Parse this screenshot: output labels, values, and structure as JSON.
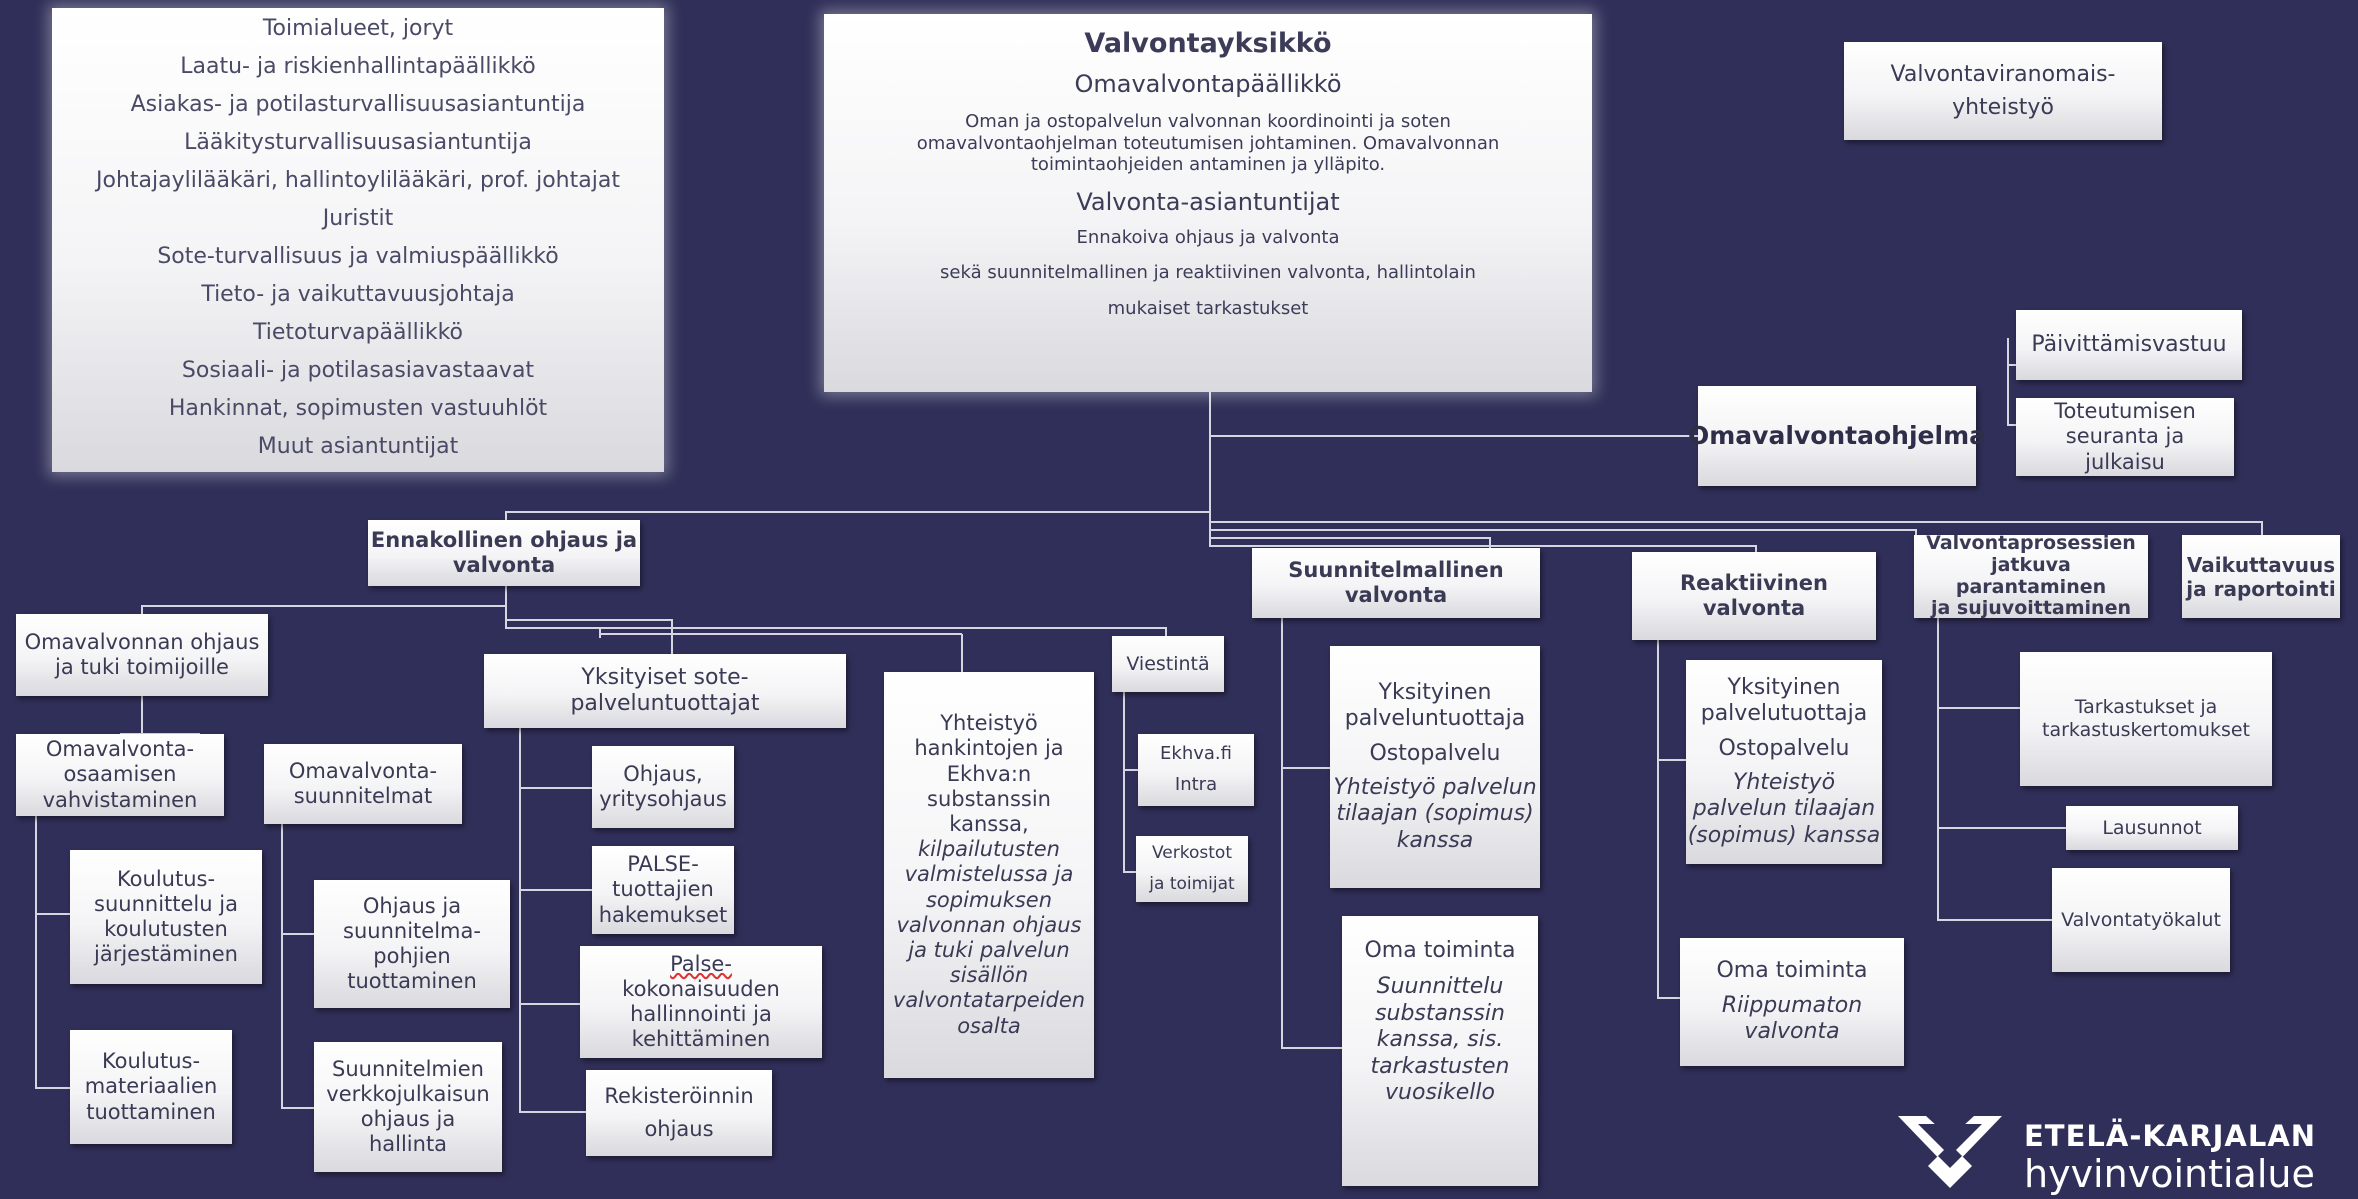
{
  "left_panel": {
    "items": [
      "Toimialueet, joryt",
      "Laatu- ja riskienhallintapäällikkö",
      "Asiakas- ja potilasturvallisuusasiantuntija",
      "Lääkitysturvallisuusasiantuntija",
      "Johtajaylilääkäri, hallintoylilääkäri, prof. johtajat",
      "Juristit",
      "Sote-turvallisuus ja valmiuspäällikkö",
      "Tieto- ja vaikuttavuusjohtaja",
      "Tietoturvapäällikkö",
      "Sosiaali- ja potilasasiavastaavat",
      "Hankinnat, sopimusten vastuuhlöt",
      "Muut asiantuntijat"
    ]
  },
  "unit": {
    "title": "Valvontayksikkö",
    "subtitle": "Omavalvontapäällikkö",
    "desc1": "Oman ja ostopalvelun valvonnan koordinointi ja soten",
    "desc2": "omavalvontaohjelman toteutumisen johtaminen. Omavalvonnan",
    "desc3": "toimintaohjeiden antaminen ja ylläpito.",
    "experts": "Valvonta-asiantuntijat",
    "line1": "Ennakoiva ohjaus ja valvonta",
    "line2": "sekä suunnitelmallinen ja reaktiivinen valvonta, hallintolain",
    "line3": "mukaiset tarkastukset"
  },
  "authority": {
    "line1": "Valvontaviranomais-",
    "line2": "yhteistyö"
  },
  "program": {
    "title": "Omavalvontaohjelma",
    "update": "Päivittämisvastuu",
    "follow1": "Toteutumisen",
    "follow2": "seuranta ja",
    "follow3": "julkaisu"
  },
  "branches": {
    "proactive": {
      "l1": "Ennakollinen ohjaus ja",
      "l2": "valvonta"
    },
    "planned": {
      "l1": "Suunnitelmallinen",
      "l2": "valvonta"
    },
    "reactive": {
      "l1": "Reaktiivinen",
      "l2": "valvonta"
    },
    "improve": {
      "l1": "Valvontaprosessien",
      "l2": "jatkuva parantaminen",
      "l3": "ja sujuvoittaminen"
    },
    "impact": {
      "l1": "Vaikuttavuus",
      "l2": "ja raportointi"
    }
  },
  "proactive_sub": {
    "guidance": {
      "l1": "Omavalvonnan ohjaus",
      "l2": "ja tuki toimijoille"
    },
    "competence": {
      "l1": "Omavalvonta-",
      "l2": "osaamisen",
      "l3": "vahvistaminen"
    },
    "training_plan": {
      "l1": "Koulutus-",
      "l2": "suunnittelu ja",
      "l3": "koulutusten",
      "l4": "järjestäminen"
    },
    "training_material": {
      "l1": "Koulutus-",
      "l2": "materiaalien",
      "l3": "tuottaminen"
    },
    "plans": {
      "l1": "Omavalvonta-",
      "l2": "suunnitelmat"
    },
    "templates": {
      "l1": "Ohjaus ja",
      "l2": "suunnitelma-",
      "l3": "pohjien",
      "l4": "tuottaminen"
    },
    "publishing": {
      "l1": "Suunnitelmien",
      "l2": "verkkojulkaisun",
      "l3": "ohjaus ja",
      "l4": "hallinta"
    },
    "private": {
      "l1": "Yksityiset sote-",
      "l2": "palveluntuottajat"
    },
    "company": {
      "l1": "Ohjaus,",
      "l2": "yritysohjaus"
    },
    "palse_apps": {
      "l1": "PALSE-",
      "l2": "tuottajien",
      "l3": "hakemukset"
    },
    "palse_whole": {
      "l1": "Palse-",
      "l2": "kokonaisuuden",
      "l3": "hallinnointi ja",
      "l4": "kehittäminen"
    },
    "registration": {
      "l1": "Rekisteröinnin",
      "l2": "ohjaus"
    },
    "procurement": {
      "l1": "Yhteistyö",
      "l2": "hankintojen ja",
      "l3": "Ekhva:n",
      "l4": "substanssin",
      "l5": "kanssa,",
      "i1": "kilpailutusten",
      "i2": "valmistelussa ja",
      "i3": "sopimuksen",
      "i4": "valvonnan ohjaus",
      "i5": "ja tuki palvelun",
      "i6": "sisällön",
      "i7": "valvontatarpeiden",
      "i8": "osalta"
    },
    "comms": "Viestintä",
    "ekhva": {
      "l1": "Ekhva.fi",
      "l2": "Intra"
    },
    "networks": {
      "l1": "Verkostot",
      "l2": "ja toimijat"
    }
  },
  "planned_sub": {
    "private": {
      "l1": "Yksityinen",
      "l2": "palveluntuottaja",
      "l3": "Ostopalvelu",
      "i1": "Yhteistyö palvelun",
      "i2": "tilaajan (sopimus)",
      "i3": "kanssa"
    },
    "own": {
      "l1": "Oma toiminta",
      "i1": "Suunnittelu",
      "i2": "substanssin",
      "i3": "kanssa, sis.",
      "i4": "tarkastusten",
      "i5": "vuosikello"
    }
  },
  "reactive_sub": {
    "private": {
      "l1": "Yksityinen",
      "l2": "palvelutuottaja",
      "l3": "Ostopalvelu",
      "i1": "Yhteistyö",
      "i2": "palvelun tilaajan",
      "i3": "(sopimus) kanssa"
    },
    "own": {
      "l1": "Oma toiminta",
      "i1": "Riippumaton",
      "i2": "valvonta"
    }
  },
  "improve_sub": {
    "inspections": {
      "l1": "Tarkastukset ja",
      "l2": "tarkastuskertomukset"
    },
    "statements": "Lausunnot",
    "tools": "Valvontatyökalut"
  },
  "logo": {
    "line1": "ETELÄ-KARJALAN",
    "line2": "hyvinvointialue"
  }
}
